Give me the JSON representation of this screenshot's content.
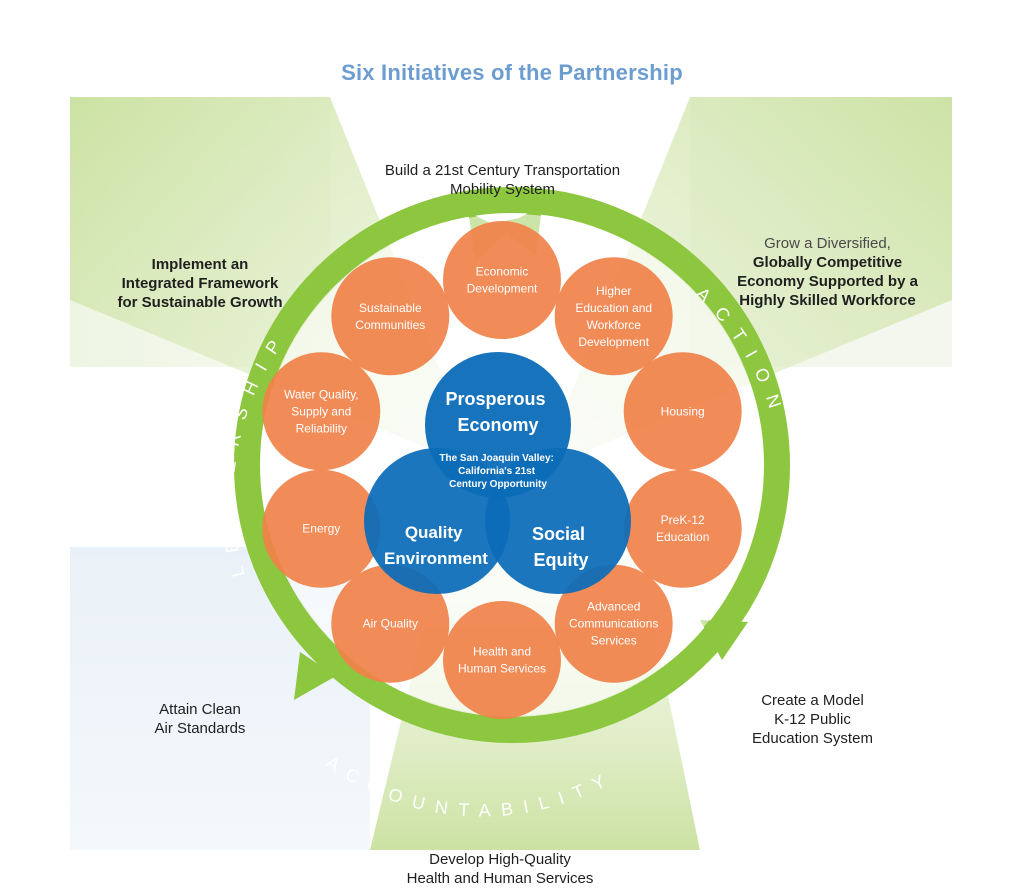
{
  "title": "Six Initiatives of the Partnership",
  "initiatives": {
    "top": [
      "Build a 21st Century Transportation",
      "Mobility System"
    ],
    "left": [
      "Implement an",
      "Integrated Framework",
      "for Sustainable Growth"
    ],
    "right": [
      "Grow a Diversified,",
      "Globally Competitive",
      "Economy Supported by a",
      "Highly Skilled Workforce"
    ],
    "lower_left": [
      "Attain Clean",
      "Air Standards"
    ],
    "lower_right": [
      "Create a Model",
      "K-12 Public",
      "Education System"
    ],
    "bottom": [
      "Develop High-Quality",
      "Health and Human Services"
    ]
  },
  "ring_words": {
    "leadership": "LEADERSHIP",
    "action": "ACTION",
    "accountability": "ACCOUNTABILITY"
  },
  "core": {
    "prosperous": [
      "Prosperous",
      "Economy"
    ],
    "center": [
      "The San Joaquin Valley:",
      "California's 21st",
      "Century Opportunity"
    ],
    "quality": [
      "Quality",
      "Environment"
    ],
    "social": [
      "Social",
      "Equity"
    ]
  },
  "petals": [
    {
      "lines": [
        "Economic",
        "Development"
      ]
    },
    {
      "lines": [
        "Higher",
        "Education and",
        "Workforce",
        "Development"
      ]
    },
    {
      "lines": [
        "Housing"
      ]
    },
    {
      "lines": [
        "PreK-12",
        "Education"
      ]
    },
    {
      "lines": [
        "Advanced",
        "Communications",
        "Services"
      ]
    },
    {
      "lines": [
        "Health and",
        "Human Services"
      ]
    },
    {
      "lines": [
        "Air Quality"
      ]
    },
    {
      "lines": [
        "Energy"
      ]
    },
    {
      "lines": [
        "Water Quality,",
        "Supply and",
        "Reliability"
      ]
    },
    {
      "lines": [
        "Sustainable",
        "Communities"
      ]
    }
  ],
  "colors": {
    "title": "#6b9dd1",
    "ring": "#8dc63f",
    "petal": "#f0824a",
    "core": "#0b6cb8",
    "beam": "#d8e9b7"
  }
}
